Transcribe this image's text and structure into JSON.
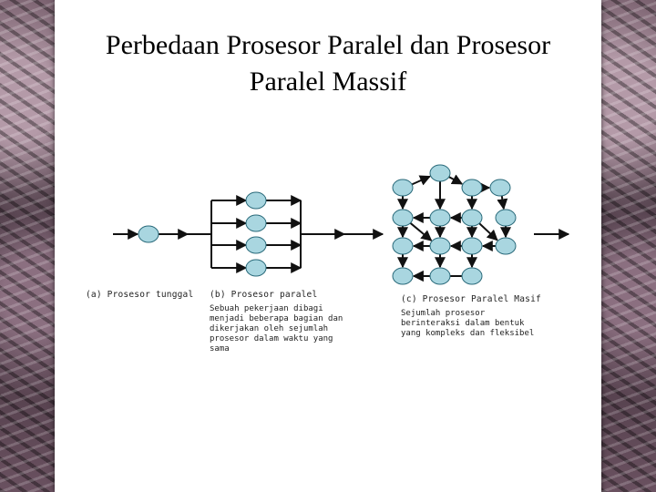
{
  "slide": {
    "title_line1": "Perbedaan Prosesor Paralel dan Prosesor",
    "title_line2": "Paralel Massif"
  },
  "diagram": {
    "caption_a": "(a) Prosesor tunggal",
    "caption_b": "(b) Prosesor paralel",
    "caption_c": "(c) Prosesor Paralel Masif",
    "desc_b": "Sebuah pekerjaan dibagi menjadi beberapa bagian dan dikerjakan oleh sejumlah prosesor dalam waktu yang sama",
    "desc_c": "Sejumlah prosesor berinteraksi dalam bentuk yang kompleks dan fleksibel",
    "node_color": "#a9d6e0",
    "line_color": "#111111"
  }
}
